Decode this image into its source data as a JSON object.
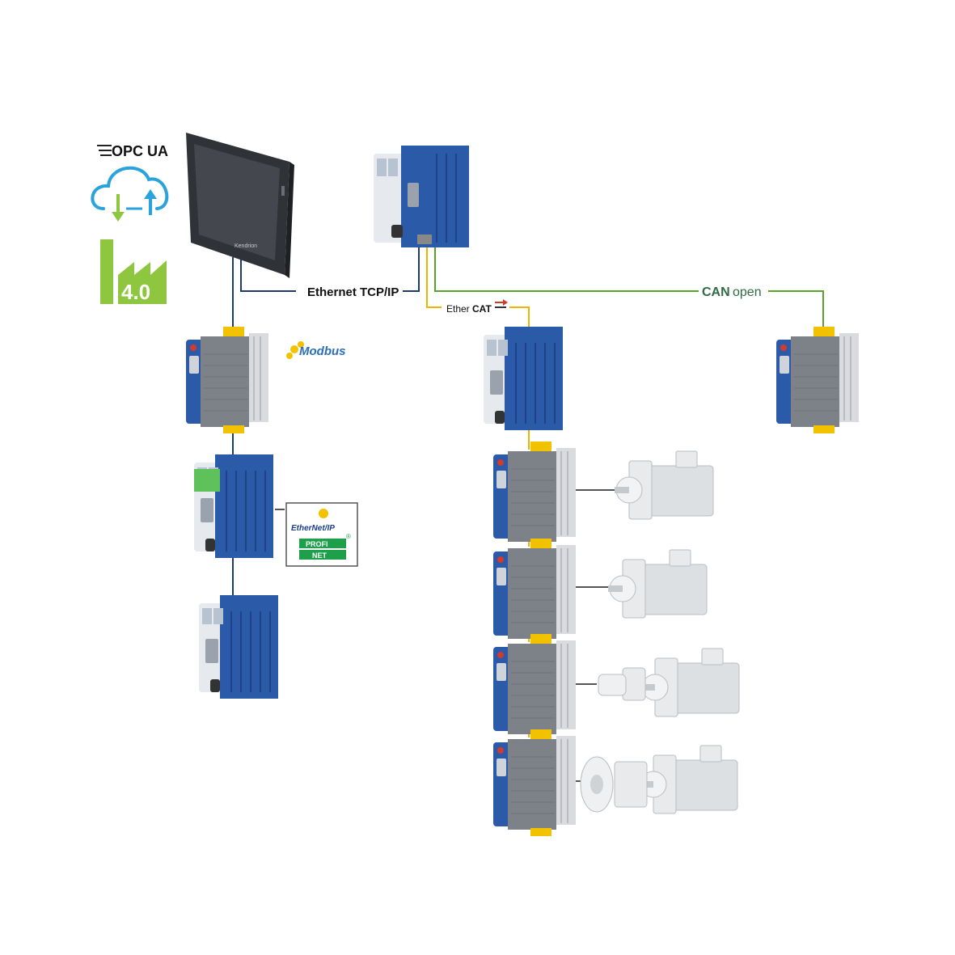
{
  "protocols": {
    "opcua": "OPC UA",
    "industry": "4.0",
    "ethernet": "Ethernet TCP/IP",
    "ethercat_prefix": "Ether",
    "ethercat_suffix": "CAT",
    "canopen_prefix": "CAN",
    "canopen_suffix": "open",
    "modbus": "Modbus",
    "ethernetip": "EtherNet/IP",
    "profinet_top": "PROFI",
    "profinet_bottom": "NET",
    "registered": "®"
  },
  "devices": {
    "hmi_brand": "Kendrion"
  },
  "colors": {
    "ethernet_line": "#1f3a6b",
    "ethercat_line": "#f0b400",
    "canopen_line": "#5aa02c",
    "motor_link": "#555555",
    "module_blue": "#2a5aa8",
    "module_gray": "#7d8288",
    "heatsink": "#d9dbde",
    "connector_yellow": "#f2c200",
    "industry_green": "#8ec63f",
    "cloud_blue": "#29a3db",
    "arrow_green": "#8ec63f"
  },
  "icons": [
    "opcua-logo",
    "cloud-sync-icon",
    "industry-4-0-icon",
    "modbus-logo",
    "ethernetip-profinet-logo",
    "ethercat-logo",
    "canopen-logo"
  ]
}
